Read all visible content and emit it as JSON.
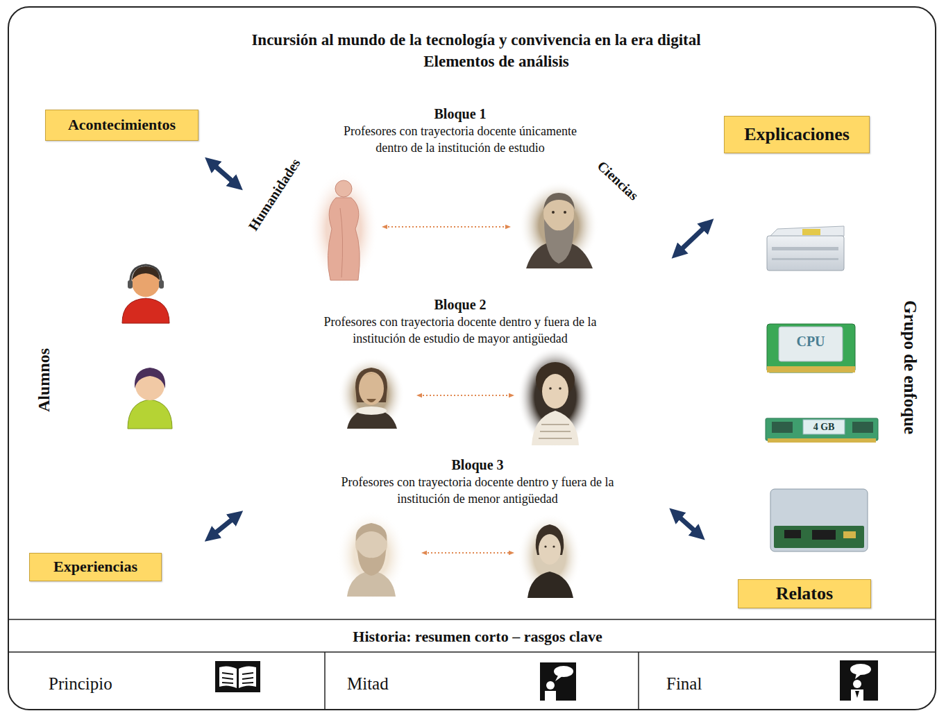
{
  "diagram": {
    "title": "Incursión al mundo de la tecnología y convivencia en la era digital",
    "nodes": [
      {
        "text": [
          "Acontecimientos"
        ]
      },
      {
        "text": [
          "Explicaciones"
        ]
      },
      {
        "text": [
          "Experiencias"
        ]
      },
      {
        "text": [
          "Relatos"
        ]
      }
    ],
    "labels": [
      "Elementos de análisis",
      "Bloque 1",
      "Profesores con trayectoria docente únicamente dentro de la institución de estudio",
      "Humanidades",
      "Ciencias",
      "Bloque 2",
      "Profesores con trayectoria docente dentro y fuera de la institución de estudio de mayor antigüedad",
      "Bloque 3",
      "Profesores con trayectoria docente dentro y fuera de la institución de menor antigüedad",
      "Alumnos",
      "Grupo de enfoque",
      "CPU",
      "4 GB",
      "Historia: resumen corto – rasgos clave",
      "Principio",
      "Mitad",
      "Final"
    ]
  }
}
